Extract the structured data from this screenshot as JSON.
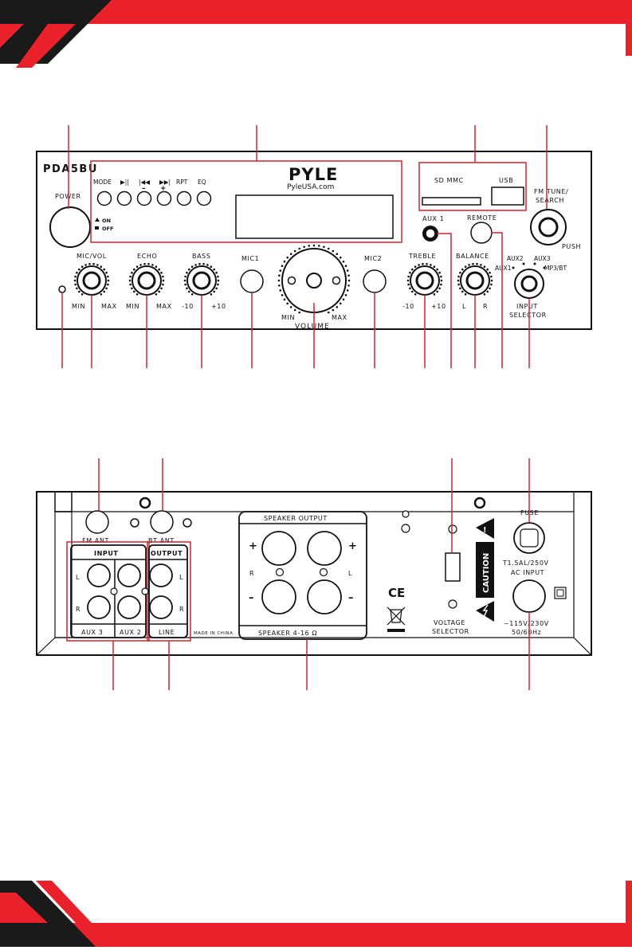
{
  "colors": {
    "accent": "#e8212b",
    "dark": "#1a1a1a",
    "callout": "#c8272e"
  },
  "front_panel": {
    "model": "PDA5BU",
    "brand": "PYLE",
    "website": "PyleUSA.com",
    "power": "POWER",
    "on": "ON",
    "off": "OFF",
    "mode": "MODE",
    "play_pause": "▶||",
    "prev": "|◀◀",
    "next": "▶▶|",
    "minus": "–",
    "plus": "+",
    "rpt": "RPT",
    "eq": "EQ",
    "sd_mmc": "SD MMC",
    "usb": "USB",
    "fm_tune": "FM TUNE/",
    "search": "SEARCH",
    "push": "PUSH",
    "aux1_jack": "AUX 1",
    "remote": "REMOTE",
    "mic_vol": "MIC/VOL",
    "echo": "ECHO",
    "bass": "BASS",
    "mic1": "MIC1",
    "mic2": "MIC2",
    "treble": "TREBLE",
    "balance": "BALANCE",
    "volume": "VOLUME",
    "min": "MIN",
    "max": "MAX",
    "minus10": "-10",
    "plus10": "+10",
    "l": "L",
    "r": "R",
    "aux1": "AUX1",
    "aux2": "AUX2",
    "aux3": "AUX3",
    "mp3bt": "MP3/BT",
    "input": "INPUT",
    "selector": "SELECTOR"
  },
  "rear_panel": {
    "fm_ant": "FM ANT.",
    "bt_ant": "BT ANT.",
    "input": "INPUT",
    "output": "OUTPUT",
    "l": "L",
    "r": "R",
    "aux3": "AUX 3",
    "aux2": "AUX 2",
    "line": "LINE",
    "made_in": "MADE IN CHINA",
    "speaker_output": "SPEAKER OUTPUT",
    "plus": "+",
    "minus": "–",
    "speaker_ohm": "SPEAKER 4-16 Ω",
    "ce": "CE",
    "caution": "CAUTION",
    "voltage": "VOLTAGE",
    "selector": "SELECTOR",
    "fuse": "FUSE",
    "fuse_rating": "T1.5AL/250V",
    "ac_input": "AC INPUT",
    "ac_voltage": "~115V/230V",
    "ac_freq": "50/60Hz"
  }
}
